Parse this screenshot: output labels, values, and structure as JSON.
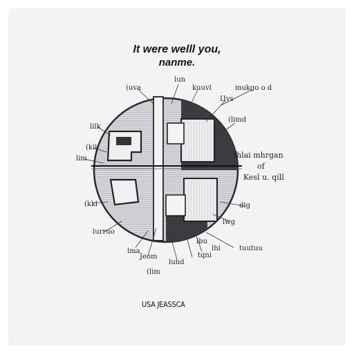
{
  "caption": {
    "line1": "It were welll you,",
    "line2": "nanme."
  },
  "labels": {
    "top_1": "(uva",
    "top_2": "lun",
    "top_3": "kuuvl",
    "top_right": "mukgo o d",
    "upper_mid": "Цvs",
    "mid_right_1": "(limd",
    "left_1": "lilk",
    "left_2": "(kil",
    "left_3": "lim",
    "left_4": "(kkl",
    "left_5": "lurruo",
    "right_1a": "fhlai mhrgan",
    "right_1b": "of",
    "right_1c": "Kesl u. qill",
    "right_2": "dlg",
    "right_3": "lwg",
    "bottom_1": "lma",
    "bottom_2": "Jeom",
    "bottom_3": "lund",
    "bottom_4": "(lim",
    "bottom_5": "tuutuu",
    "bottom_6": "lbu",
    "bottom_7": "lhi",
    "bottom_8": "tqni"
  },
  "footer": "USA JEASSCA"
}
